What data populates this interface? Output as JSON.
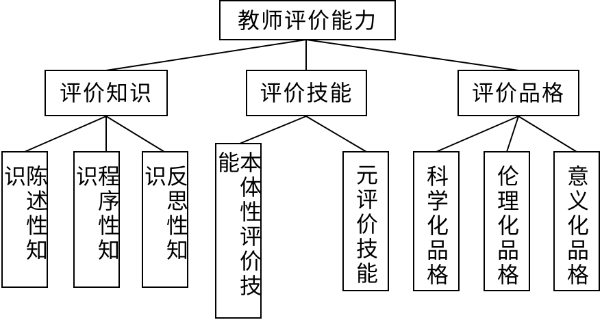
{
  "diagram": {
    "root": "教师评价能力",
    "groups": [
      {
        "label": "评价知识",
        "children": [
          "陈述性知识",
          "程序性知识",
          "反思性知识"
        ]
      },
      {
        "label": "评价技能",
        "children": [
          "本体性评价技能",
          "元评价技能"
        ]
      },
      {
        "label": "评价品格",
        "children": [
          "科学化品格",
          "伦理化品格",
          "意义化品格"
        ]
      }
    ]
  },
  "colors": {
    "line": "#000000",
    "box_border": "#000000",
    "background": "#ffffff"
  }
}
